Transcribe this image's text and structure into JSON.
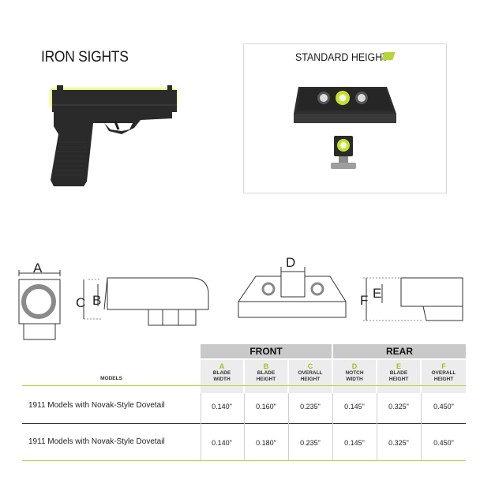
{
  "iron_sights_title": "IRON SIGHTS",
  "standard_height_title": "STANDARD HEIGHT",
  "colors": {
    "accent": "#b7d43a",
    "header_bg": "#c9c9c9",
    "subheader_bg": "#ececec"
  },
  "dimension_labels": {
    "a": "A",
    "b": "B",
    "c": "C",
    "d": "D",
    "e": "E",
    "f": "F"
  },
  "table": {
    "groups": {
      "front": "FRONT",
      "rear": "REAR"
    },
    "models_header": "MODELS",
    "columns": [
      {
        "letter": "A",
        "line1": "BLADE",
        "line2": "WIDTH"
      },
      {
        "letter": "B",
        "line1": "BLADE",
        "line2": "HEIGHT"
      },
      {
        "letter": "C",
        "line1": "OVERALL",
        "line2": "HEIGHT"
      },
      {
        "letter": "D",
        "line1": "NOTCH",
        "line2": "WIDTH"
      },
      {
        "letter": "E",
        "line1": "BLADE",
        "line2": "HEIGHT"
      },
      {
        "letter": "F",
        "line1": "OVERALL",
        "line2": "HEIGHT"
      }
    ],
    "rows": [
      {
        "model": "1911 Models with Novak-Style Dovetail",
        "values": [
          "0.140\"",
          "0.160\"",
          "0.235\"",
          "0.145\"",
          "0.325\"",
          "0.450\""
        ]
      },
      {
        "model": "1911 Models with Novak-Style Dovetail",
        "values": [
          "0.140\"",
          "0.180\"",
          "0.235\"",
          "0.145\"",
          "0.325\"",
          "0.450\""
        ]
      }
    ]
  }
}
